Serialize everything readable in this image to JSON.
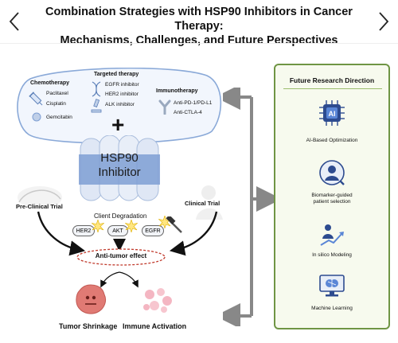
{
  "header": {
    "title_line1": "Combination Strategies with HSP90 Inhibitors in Cancer Therapy:",
    "title_line2": "Mechanisms, Challenges, and Future Perspectives"
  },
  "combination": {
    "chemotherapy": {
      "heading": "Chemotherapy",
      "items": [
        "Paclitaxel",
        "Cisplatin",
        "Gemcitabin"
      ]
    },
    "targeted": {
      "heading": "Targeted therapy",
      "items": [
        "EGFR inhibitor",
        "HER2 inhibitor",
        "ALK inhibitor"
      ]
    },
    "immunotherapy": {
      "heading": "Immunotherapy",
      "items": [
        "Anti-PD-1/PD-L1",
        "Anti-CTLA-4"
      ]
    },
    "plus": "+"
  },
  "hsp90": {
    "line1": "HSP90",
    "line2": "Inhibitor"
  },
  "trials": {
    "preclinical": "Pre-Clinical Trial",
    "clinical": "Clinical Trial"
  },
  "degradation": {
    "label": "Client Degradation",
    "clients": [
      "HER2",
      "AKT",
      "EGFR"
    ]
  },
  "effect": {
    "label": "Anti-tumor effect"
  },
  "outcomes": {
    "tumor": "Tumor Shrinkage",
    "immune": "Immune Activation"
  },
  "future": {
    "title": "Future Research Direction",
    "items": [
      {
        "label": "AI-Based Optimization",
        "icon": "ai-chip-icon"
      },
      {
        "label": "Biomarker-guided\npatient selection",
        "icon": "biomarker-person-icon"
      },
      {
        "label": "In silico Modeling",
        "icon": "growth-chart-icon"
      },
      {
        "label": "Machine Learning",
        "icon": "brain-monitor-icon"
      }
    ]
  },
  "colors": {
    "accent_green": "#6f9544",
    "oval_border": "#8aa9d8",
    "hsp90_blue": "#7f9fd3",
    "arrow_gray": "#888888",
    "effect_red": "#c0392b"
  }
}
